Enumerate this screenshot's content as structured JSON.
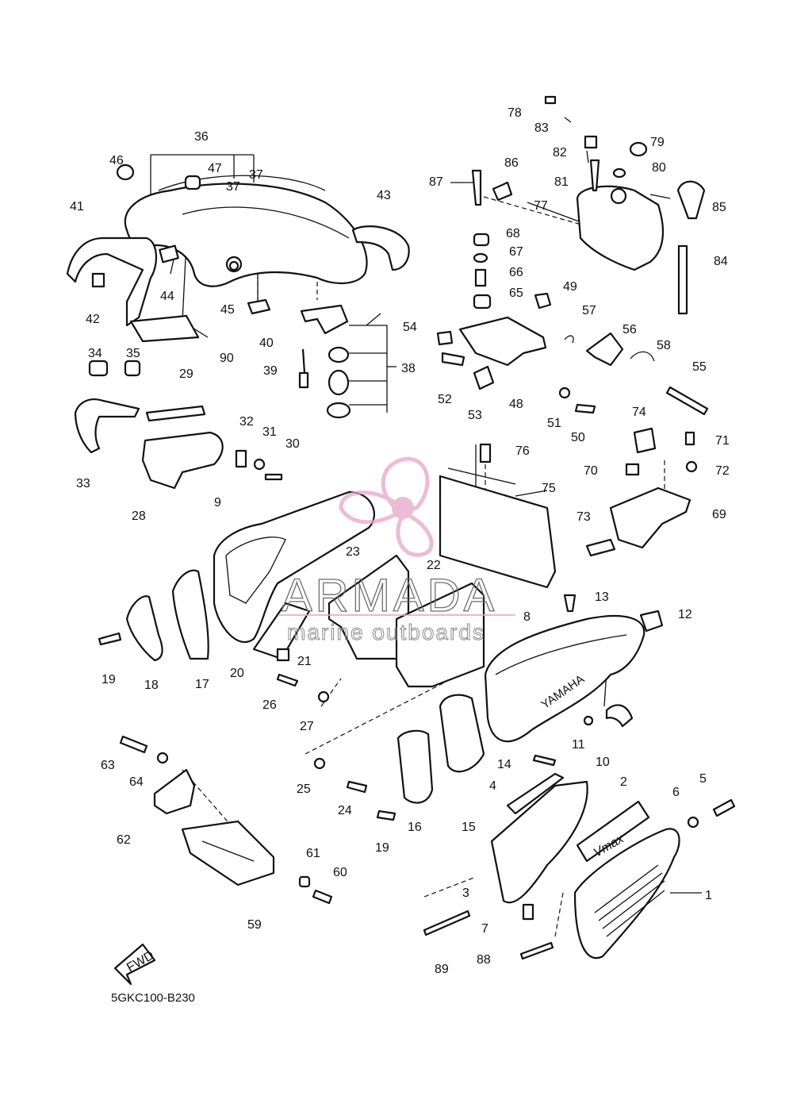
{
  "diagram": {
    "code": "5GKC100-B230",
    "fwd_label": "FWD",
    "emblem_text": "Vmax",
    "body_mark": "YAMAHA",
    "watermark": {
      "title": "ARMADA",
      "subtitle": "marine outboards",
      "color": "#e8a5c8"
    },
    "callouts": [
      "1",
      "2",
      "3",
      "4",
      "5",
      "6",
      "7",
      "8",
      "9",
      "10",
      "11",
      "12",
      "13",
      "14",
      "15",
      "16",
      "17",
      "18",
      "19",
      "19",
      "20",
      "21",
      "22",
      "23",
      "24",
      "25",
      "26",
      "27",
      "28",
      "29",
      "30",
      "31",
      "32",
      "33",
      "34",
      "35",
      "36",
      "37",
      "37",
      "38",
      "39",
      "40",
      "41",
      "42",
      "43",
      "44",
      "45",
      "46",
      "47",
      "48",
      "49",
      "50",
      "51",
      "52",
      "53",
      "54",
      "55",
      "56",
      "57",
      "58",
      "59",
      "60",
      "61",
      "62",
      "63",
      "64",
      "65",
      "66",
      "67",
      "68",
      "69",
      "70",
      "71",
      "72",
      "73",
      "74",
      "75",
      "76",
      "77",
      "78",
      "79",
      "80",
      "81",
      "82",
      "83",
      "84",
      "85",
      "86",
      "87",
      "88",
      "89",
      "90"
    ]
  }
}
